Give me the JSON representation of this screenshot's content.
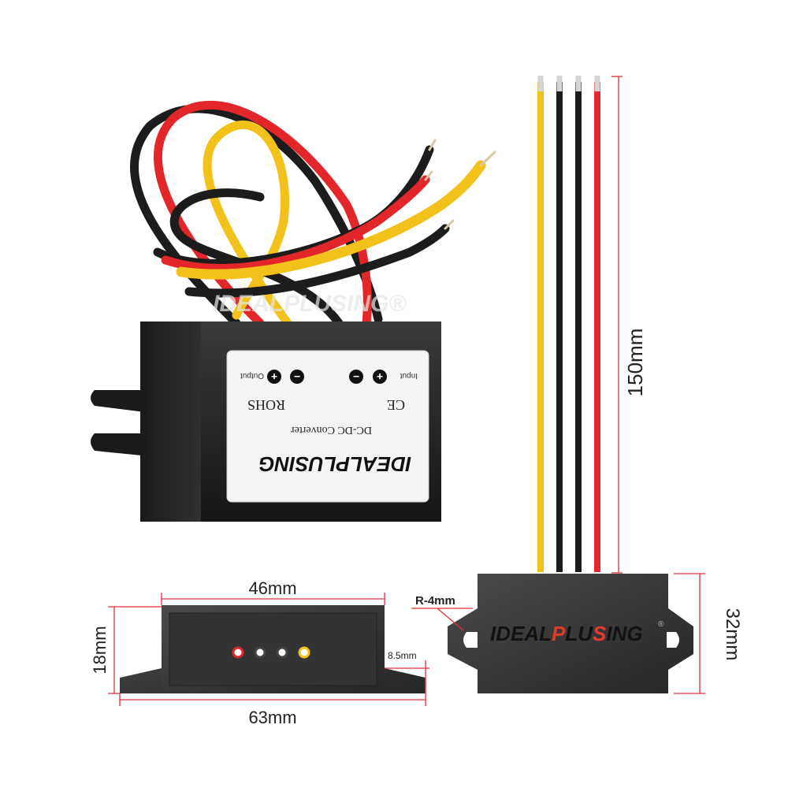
{
  "brand": {
    "name": "IDEALPLUSING",
    "name_prefix": "IDEAL",
    "name_accent_1": "P",
    "name_mid": "LU",
    "name_accent_2": "S",
    "name_suffix": "ING",
    "registered_mark": "®",
    "accent_color": "#e23b2a"
  },
  "label": {
    "output_text": "Output",
    "input_text": "Input",
    "plus_symbol": "+",
    "minus_symbol": "−",
    "rohs": "ROHS",
    "ce": "CE",
    "product_name": "DC-DC Converter"
  },
  "dimensions": {
    "width_top": "46mm",
    "width_bottom": "63mm",
    "height_side": "18mm",
    "flange": "8.5mm",
    "wire_length": "150mm",
    "body_height": "32mm",
    "radius": "R-4mm"
  },
  "wires": [
    {
      "color_name": "yellow",
      "color": "#f2c21b"
    },
    {
      "color_name": "black",
      "color": "#1c1c1c"
    },
    {
      "color_name": "black",
      "color": "#1c1c1c"
    },
    {
      "color_name": "red",
      "color": "#e2262a"
    }
  ],
  "colors": {
    "dimension_line": "#e0303a",
    "housing": "#2b2b2b",
    "housing_light": "#444444"
  }
}
